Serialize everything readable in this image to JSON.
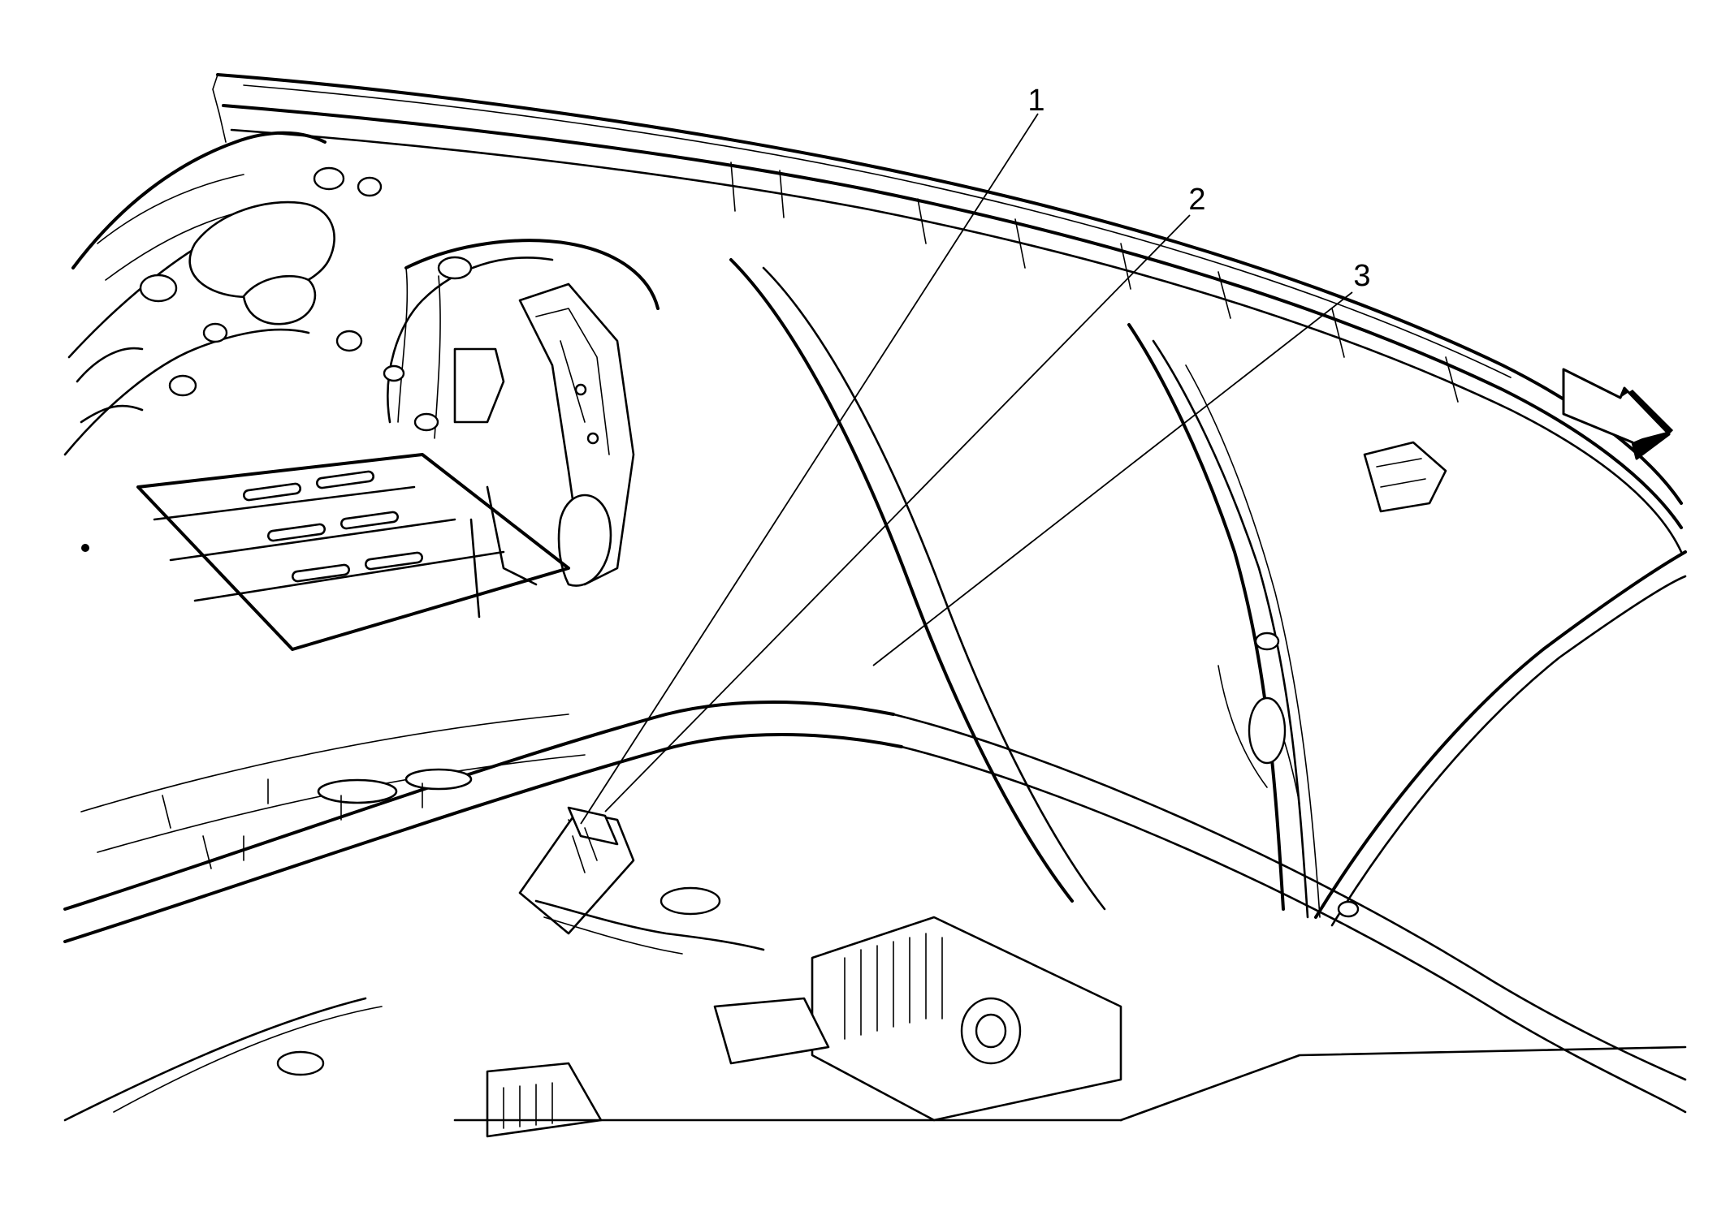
{
  "diagram": {
    "callouts": [
      {
        "id": "1",
        "label": "1"
      },
      {
        "id": "2",
        "label": "2"
      },
      {
        "id": "3",
        "label": "3"
      }
    ],
    "direction_arrow_icon": "forward-arrow-icon",
    "colors": {
      "line": "#000000",
      "background": "#ffffff"
    }
  }
}
